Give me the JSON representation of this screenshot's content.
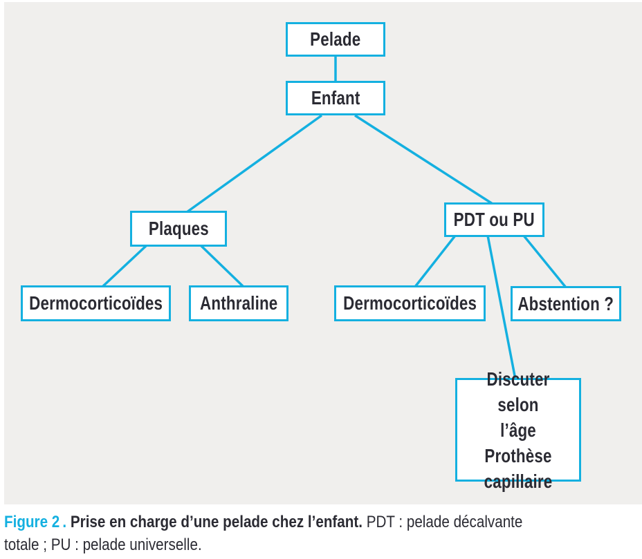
{
  "figure": {
    "colors": {
      "accent": "#14b0e0",
      "panel_background": "#f0efed",
      "box_fill": "#ffffff",
      "text": "#2b2b33"
    },
    "nodes": {
      "pelade": {
        "label": "Pelade"
      },
      "enfant": {
        "label": "Enfant"
      },
      "plaques": {
        "label": "Plaques"
      },
      "pdt_ou_pu": {
        "label": "PDT ou PU"
      },
      "dermocorticoides_gauche": {
        "label": "Dermocorticoïdes"
      },
      "anthraline": {
        "label": "Anthraline"
      },
      "dermocorticoides_droite": {
        "label": "Dermocorticoïdes"
      },
      "abstention": {
        "label": "Abstention ?"
      },
      "discuter": {
        "label": "Discuter selon\nl’âge\nProthèse\ncapillaire"
      }
    },
    "edges": [
      {
        "from": "Pelade",
        "to": "Enfant"
      },
      {
        "from": "Enfant",
        "to": "Plaques"
      },
      {
        "from": "Enfant",
        "to": "PDT ou PU"
      },
      {
        "from": "Plaques",
        "to": "Dermocorticoïdes"
      },
      {
        "from": "Plaques",
        "to": "Anthraline"
      },
      {
        "from": "PDT ou PU",
        "to": "Dermocorticoïdes"
      },
      {
        "from": "PDT ou PU",
        "to": "Discuter selon l’âge Prothèse capillaire"
      },
      {
        "from": "PDT ou PU",
        "to": "Abstention ?"
      }
    ],
    "caption": {
      "label": "Figure 2 .",
      "title": "Prise en charge d’une pelade chez l’enfant.",
      "note": "PDT : pelade décalvante\ntotale ; PU : pelade universelle."
    }
  }
}
